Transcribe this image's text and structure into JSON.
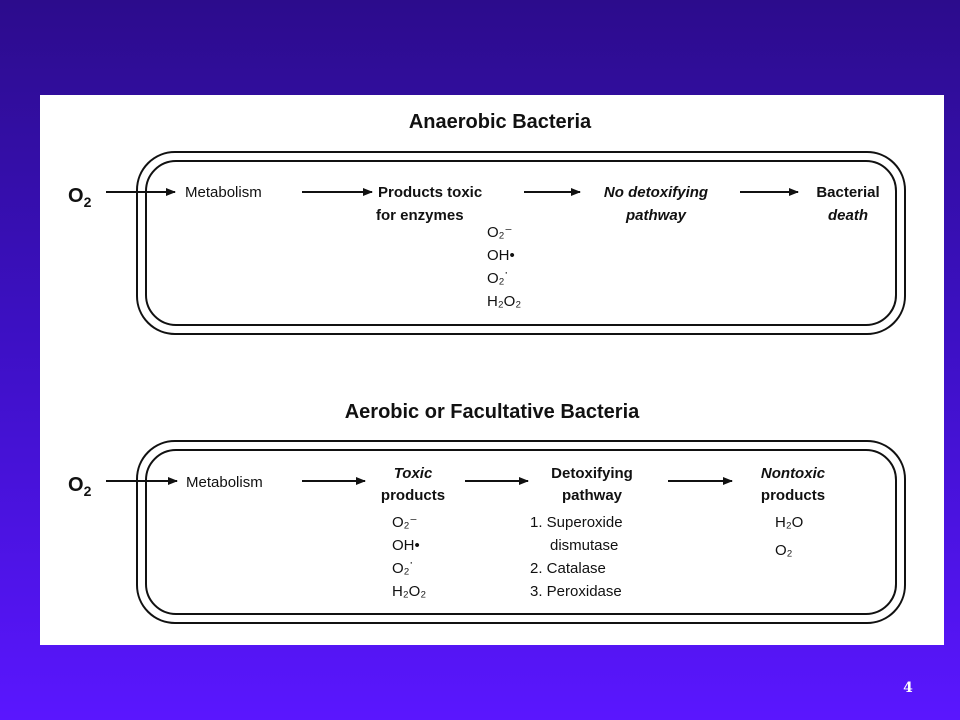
{
  "colors": {
    "background": "#3c10c2",
    "panel": "#ffffff",
    "ink": "#111111"
  },
  "page_number": "4",
  "anaerobic": {
    "title": "Anaerobic Bacteria",
    "input": "O",
    "input_sub": "2",
    "metabolism": "Metabolism",
    "toxic_line1": "Products toxic",
    "toxic_line2": "for enzymes",
    "no_detox_line1": "No detoxifying",
    "no_detox_line2": "pathway",
    "result_line1": "Bacterial",
    "result_line2": "death",
    "species": [
      "O₂⁻",
      "OH•",
      "O₂˙",
      "H₂O₂"
    ]
  },
  "aerobic": {
    "title": "Aerobic or Facultative Bacteria",
    "input": "O",
    "input_sub": "2",
    "metabolism": "Metabolism",
    "toxic_line1": "Toxic",
    "toxic_line2": "products",
    "detox_line1": "Detoxifying",
    "detox_line2": "pathway",
    "nontoxic_line1": "Nontoxic",
    "nontoxic_line2": "products",
    "species": [
      "O₂⁻",
      "OH•",
      "O₂˙",
      "H₂O₂"
    ],
    "enzymes": [
      "1. Superoxide",
      "dismutase",
      "2. Catalase",
      "3. Peroxidase"
    ],
    "products": [
      "H₂O",
      "O₂"
    ]
  }
}
